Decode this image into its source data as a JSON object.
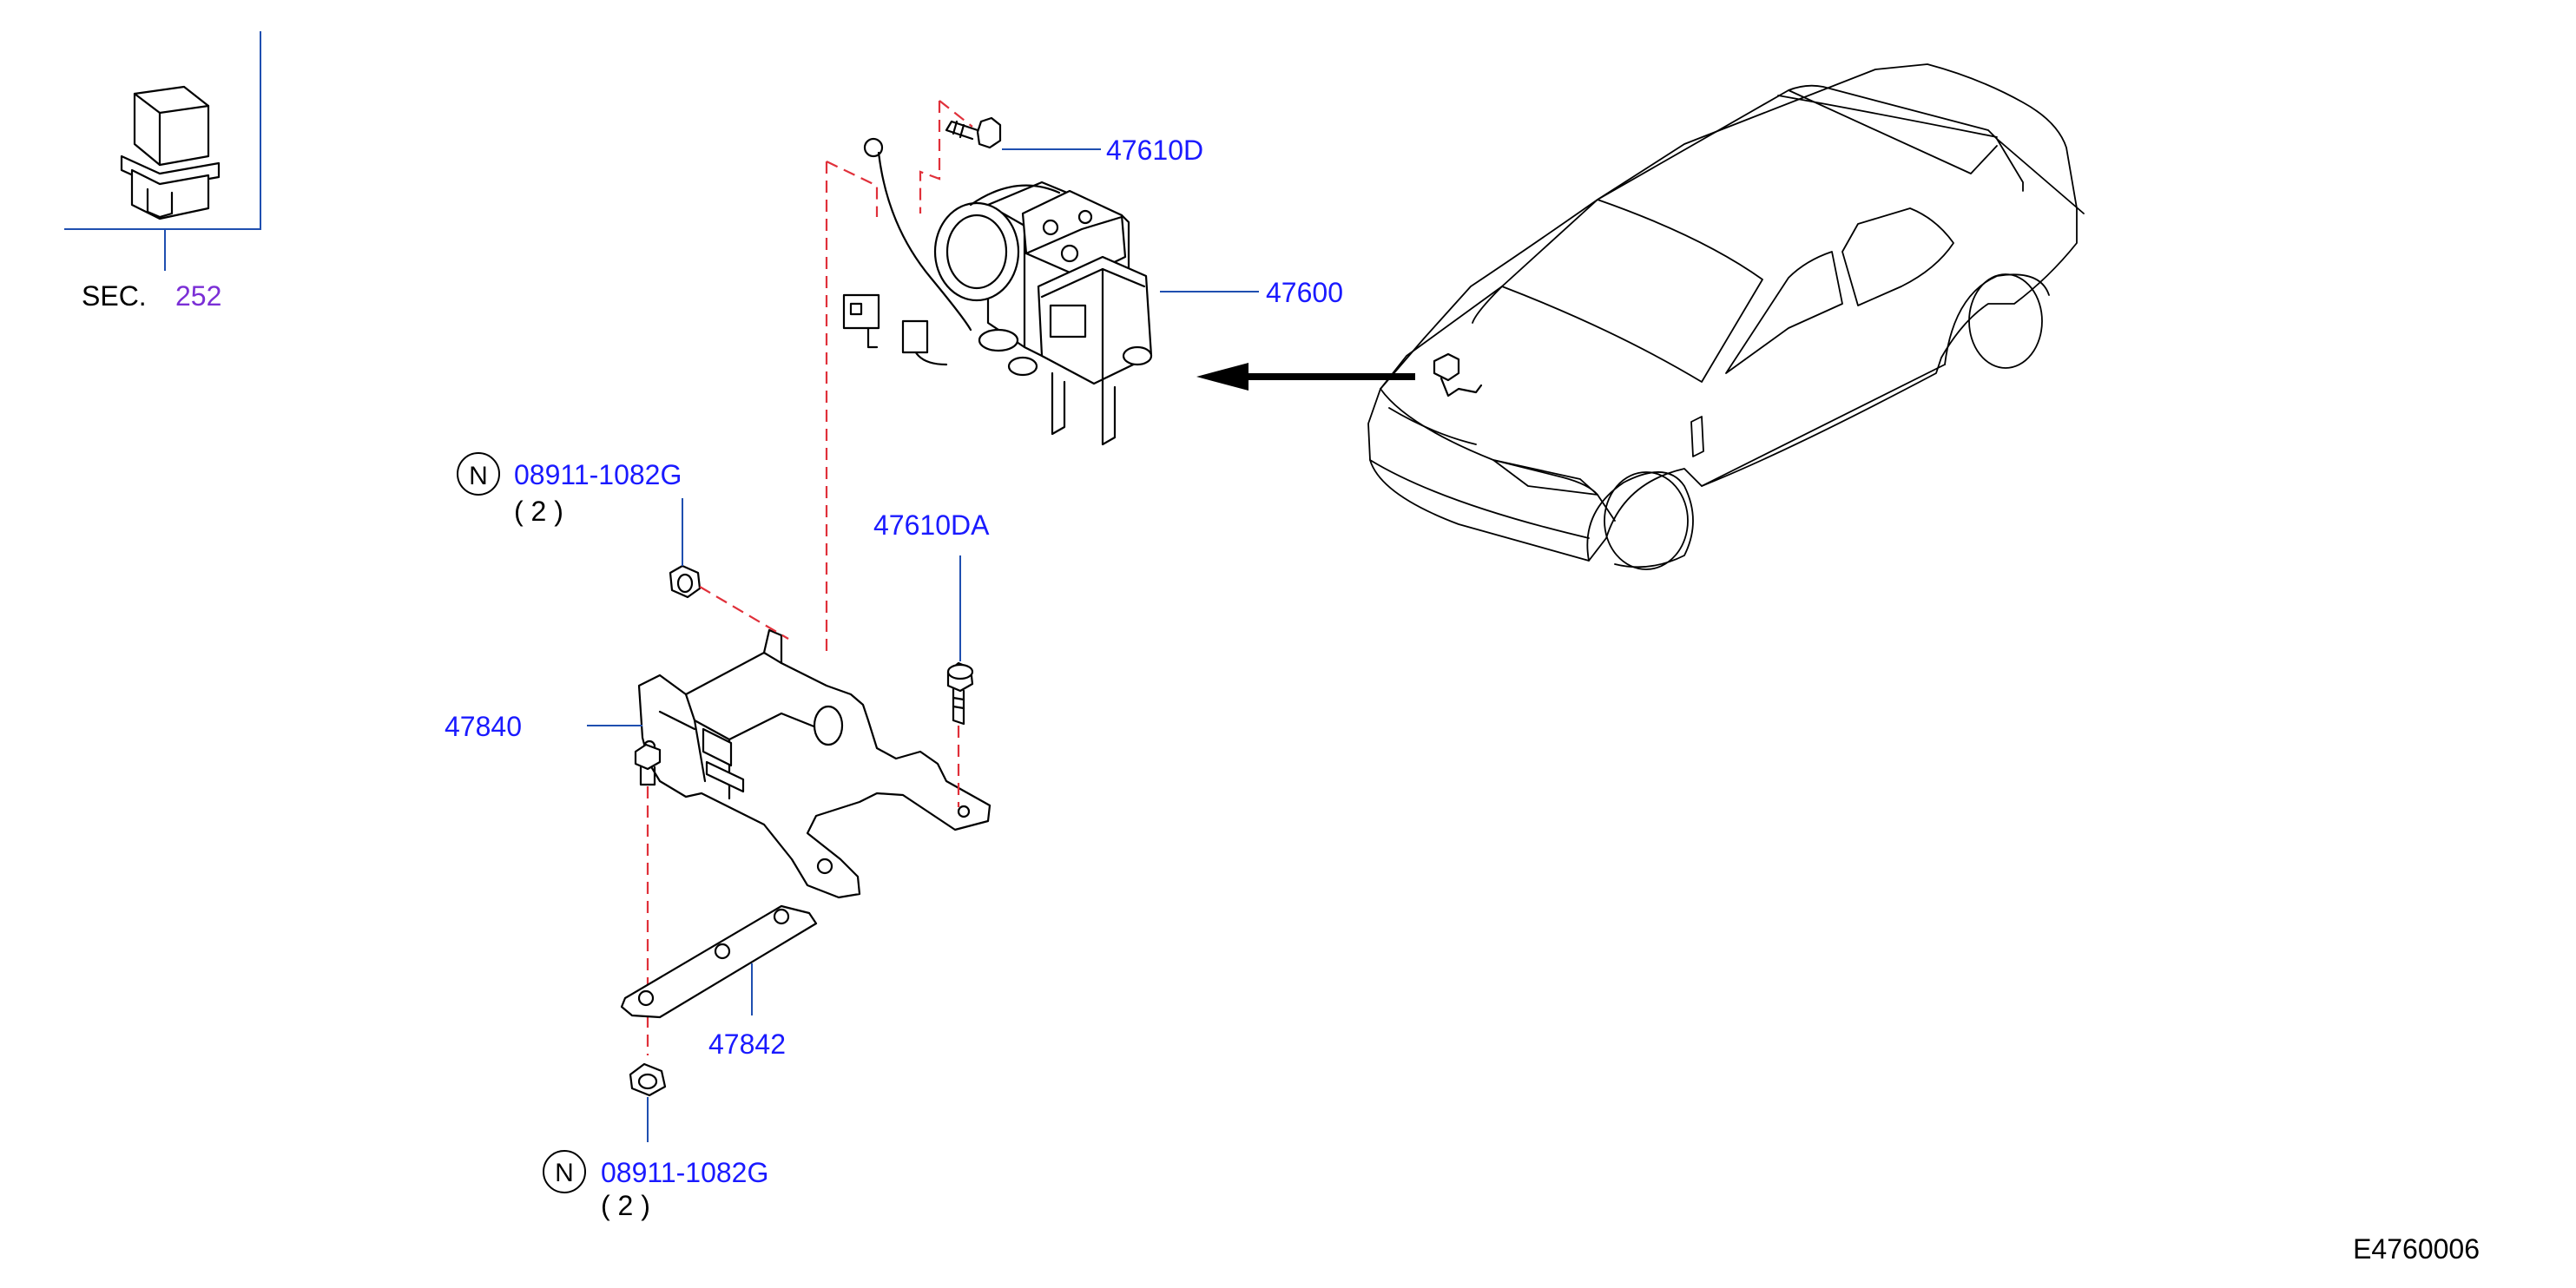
{
  "section_ref": {
    "prefix": "SEC.",
    "number": "252"
  },
  "parts": {
    "p47610D": "47610D",
    "p47600": "47600",
    "p47610DA": "47610DA",
    "p47840": "47840",
    "p47842": "47842",
    "nut_top": {
      "symbol": "N",
      "number": "08911-1082G",
      "qty": "( 2 )"
    },
    "nut_bottom": {
      "symbol": "N",
      "number": "08911-1082G",
      "qty": "( 2 )"
    }
  },
  "diagram_id": "E4760006",
  "colors": {
    "part_number": "#1a1aff",
    "section_number": "#7b2fd6",
    "leader": "#1f4fb0",
    "dashed_line": "#e0303a"
  }
}
